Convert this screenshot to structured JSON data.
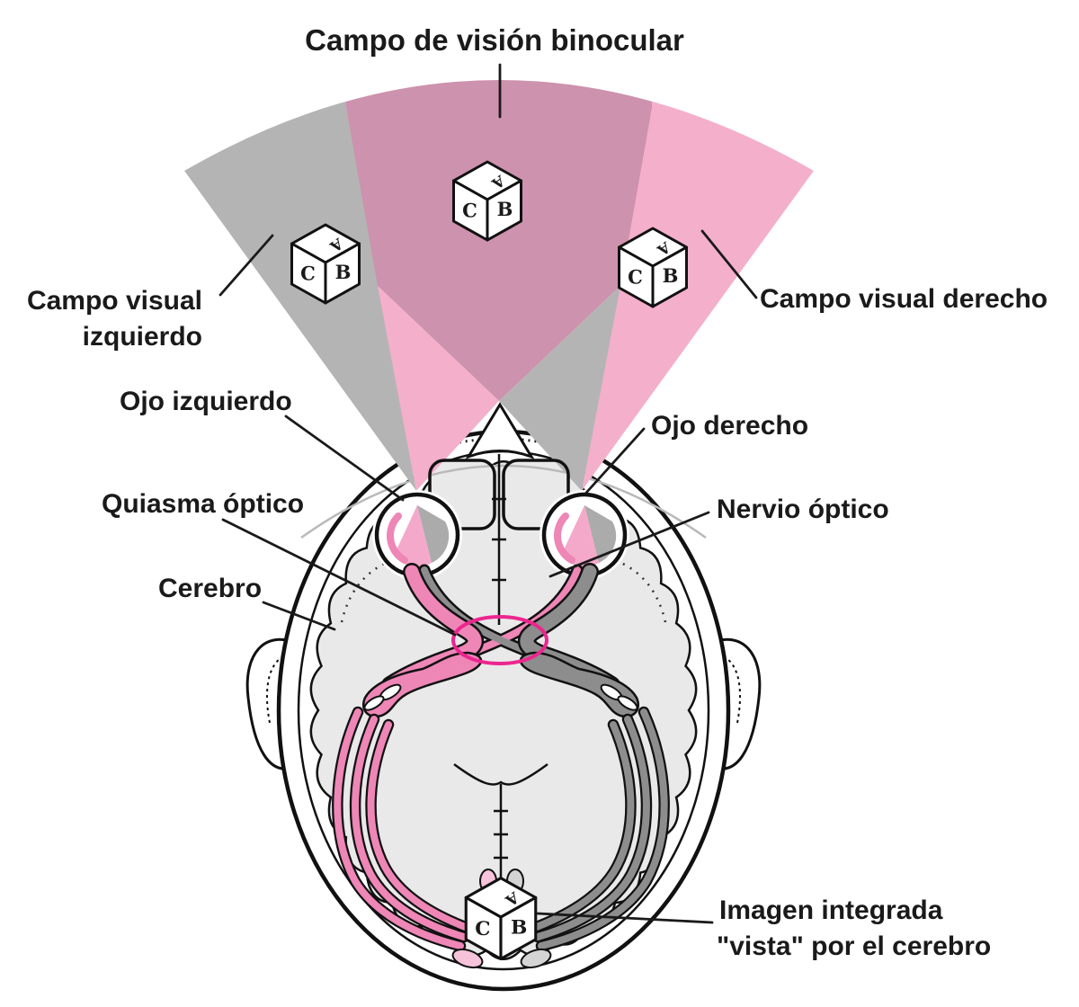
{
  "diagram": {
    "title": "Campo de visión binocular",
    "labels": {
      "left_field_line1": "Campo visual",
      "left_field_line2": "izquierdo",
      "right_field": "Campo visual derecho",
      "left_eye": "Ojo izquierdo",
      "right_eye": "Ojo derecho",
      "optic_chiasm": "Quiasma óptico",
      "optic_nerve": "Nervio óptico",
      "brain": "Cerebro",
      "integrated_line1": "Imagen integrada",
      "integrated_line2": "\"vista\" por el cerebro"
    },
    "cube": {
      "front_letter": "C",
      "right_letter": "B",
      "top_letter": "A"
    },
    "colors": {
      "left_field_gray": "#b4b4b4",
      "right_field_pink": "#f4afcb",
      "binocular_overlap": "#cd92ad",
      "magenta_accent": "#ec268f",
      "nerve_pink": "#ee86b6",
      "nerve_gray": "#8d8d8d",
      "eye_pink": "#f5a9ca",
      "eye_gray": "#ababab",
      "nub_pink": "#f6c3da",
      "nub_gray": "#d4d4d4",
      "brain_fill": "#e9e9e9"
    }
  }
}
